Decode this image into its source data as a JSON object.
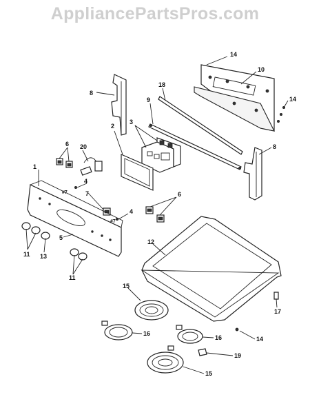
{
  "watermark": "AppliancePartsPros.com",
  "callouts": {
    "c1": "1",
    "c2": "2",
    "c3": "3",
    "c4a": "4",
    "c4b": "4",
    "c5": "5",
    "c6a": "6",
    "c6b": "6",
    "c7": "7",
    "c8a": "8",
    "c8b": "8",
    "c9": "9",
    "c10": "10",
    "c11a": "11",
    "c11b": "11",
    "c12": "12",
    "c13": "13",
    "c14a": "14",
    "c14b": "14",
    "c14c": "14",
    "c15a": "15",
    "c15b": "15",
    "c16a": "16",
    "c16b": "16",
    "c17": "17",
    "c18": "18",
    "c19": "19",
    "c20": "20"
  },
  "small_marks": {
    "m4a": "#7",
    "m4b": "#7"
  }
}
